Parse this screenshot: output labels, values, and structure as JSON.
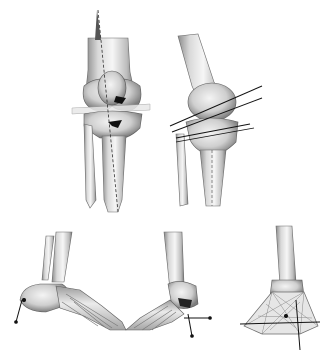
{
  "figure": {
    "background": "#ffffff",
    "bone_fill": "#dcdcdc",
    "bone_shadow": "#8f8f8f",
    "bone_highlight": "#f7f7f7",
    "outline": "#555555",
    "axis_line": "#111111",
    "panels": [
      {
        "id": "knee-anterior"
      },
      {
        "id": "knee-lateral"
      },
      {
        "id": "foot-lateral"
      },
      {
        "id": "foot-posterior"
      },
      {
        "id": "foot-inferior"
      }
    ]
  }
}
